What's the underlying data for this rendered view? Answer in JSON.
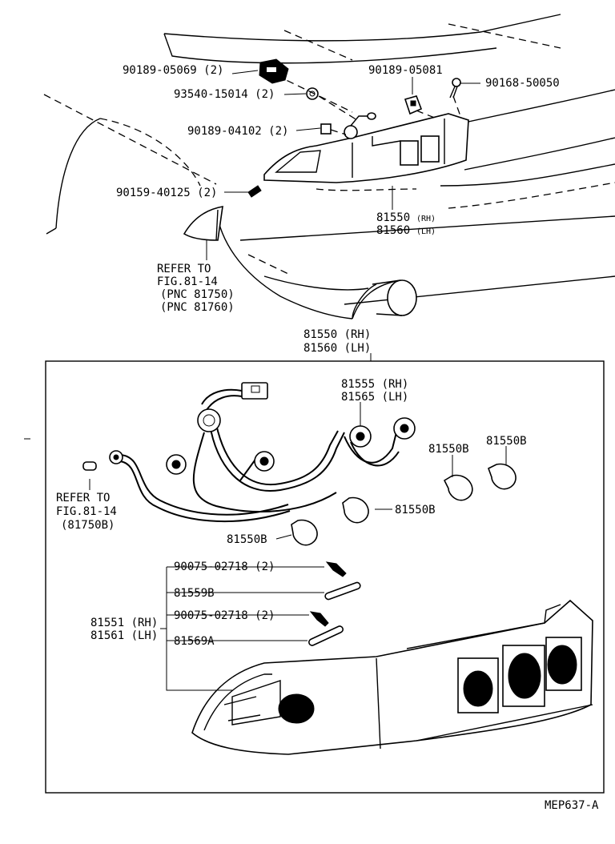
{
  "top": {
    "part_90189_05069": "90189-05069 (2)",
    "part_93540_15014": "93540-15014 (2)",
    "part_90189_04102": "90189-04102 (2)",
    "part_90159_40125": "90159-40125 (2)",
    "part_90189_05081": "90189-05081",
    "part_90168_50050": "90168-50050",
    "assy_rh": "81550",
    "assy_rh_tag": "(RH)",
    "assy_lh": "81560",
    "assy_lh_tag": "(LH)",
    "refer_lines": [
      "REFER TO",
      "FIG.81-14",
      "(PNC 81750)",
      "(PNC 81760)"
    ]
  },
  "box": {
    "title_rh": "81550 (RH)",
    "title_lh": "81560 (LH)",
    "socket_rh": "81555 (RH)",
    "socket_lh": "81565 (LH)",
    "bulb_a": "81550B",
    "bulb_b": "81550B",
    "bulb_c": "81550B",
    "bulb_d": "81550B",
    "refer_lines": [
      "REFER TO",
      "FIG.81-14",
      "(81750B)"
    ],
    "screw_1": "90075-02718 (2)",
    "pin_1": "81559B",
    "screw_2": "90075-02718 (2)",
    "pin_2": "81569A",
    "lens_rh": "81551 (RH)",
    "lens_lh": "81561 (LH)"
  },
  "footer": {
    "code": "MEP637-A"
  }
}
